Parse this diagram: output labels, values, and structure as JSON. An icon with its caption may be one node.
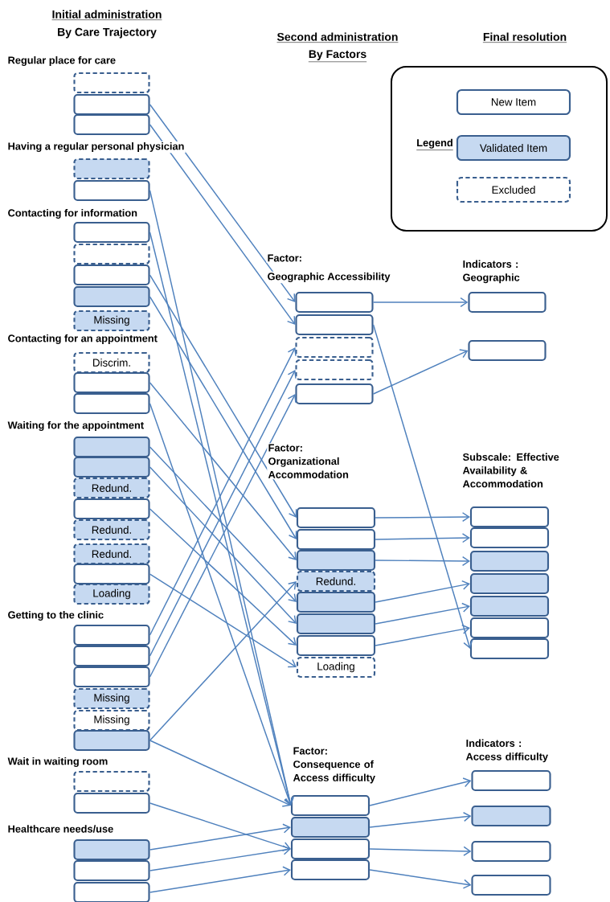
{
  "diagram": {
    "nodes": [
      {
        "text": [],
        "shape": "box"
      },
      {
        "text": [],
        "shape": "box"
      },
      {
        "text": [],
        "shape": "box"
      },
      {
        "text": [],
        "shape": "box"
      },
      {
        "text": [],
        "shape": "box"
      },
      {
        "text": [],
        "shape": "box"
      },
      {
        "text": [],
        "shape": "box"
      },
      {
        "text": [],
        "shape": "box"
      },
      {
        "text": [],
        "shape": "box"
      },
      {
        "text": [
          "Missing"
        ]
      },
      {
        "text": [
          "Discrim."
        ]
      },
      {
        "text": [],
        "shape": "box"
      },
      {
        "text": [],
        "shape": "box"
      },
      {
        "text": [],
        "shape": "box"
      },
      {
        "text": [],
        "shape": "box"
      },
      {
        "text": [
          "Redund."
        ]
      },
      {
        "text": [],
        "shape": "box"
      },
      {
        "text": [
          "Redund."
        ]
      },
      {
        "text": [
          "Redund."
        ]
      },
      {
        "text": [],
        "shape": "box"
      },
      {
        "text": [
          "Loading"
        ]
      },
      {
        "text": [],
        "shape": "box"
      },
      {
        "text": [],
        "shape": "box"
      },
      {
        "text": [],
        "shape": "box"
      },
      {
        "text": [
          "Missing"
        ]
      },
      {
        "text": [
          "Missing"
        ]
      },
      {
        "text": [],
        "shape": "box"
      },
      {
        "text": [],
        "shape": "box"
      },
      {
        "text": [],
        "shape": "box"
      },
      {
        "text": [],
        "shape": "box"
      },
      {
        "text": [],
        "shape": "box"
      },
      {
        "text": [],
        "shape": "box"
      },
      {
        "text": [],
        "shape": "box"
      },
      {
        "text": [],
        "shape": "box"
      },
      {
        "text": [],
        "shape": "box"
      },
      {
        "text": [],
        "shape": "box"
      },
      {
        "text": [],
        "shape": "box"
      },
      {
        "text": [],
        "shape": "box"
      },
      {
        "text": [],
        "shape": "box"
      },
      {
        "text": [],
        "shape": "box"
      },
      {
        "text": [],
        "shape": "box"
      },
      {
        "text": [],
        "shape": "box"
      },
      {
        "text": [
          "Redund."
        ]
      },
      {
        "text": [],
        "shape": "box"
      },
      {
        "text": [],
        "shape": "box"
      },
      {
        "text": [],
        "shape": "box"
      },
      {
        "text": [
          "Loading"
        ]
      },
      {
        "text": [],
        "shape": "box"
      },
      {
        "text": [],
        "shape": "box"
      },
      {
        "text": [],
        "shape": "box"
      },
      {
        "text": [],
        "shape": "box"
      },
      {
        "text": [],
        "shape": "box"
      },
      {
        "text": [],
        "shape": "box"
      },
      {
        "text": [],
        "shape": "box"
      },
      {
        "text": [],
        "shape": "box"
      },
      {
        "text": [],
        "shape": "box"
      },
      {
        "text": [],
        "shape": "box"
      },
      {
        "text": [],
        "shape": "box"
      },
      {
        "text": [],
        "shape": "box"
      },
      {
        "text": [],
        "shape": "box"
      },
      {
        "text": [],
        "shape": "box"
      },
      {
        "text": [],
        "shape": "box"
      }
    ],
    "edges": [
      {
        "from": 1,
        "to": 32,
        "arrow": "to"
      },
      {
        "from": 2,
        "to": 33,
        "arrow": "to"
      },
      {
        "from": 4,
        "to": 54,
        "arrow": "to"
      },
      {
        "from": 5,
        "to": 54,
        "arrow": "to"
      },
      {
        "from": 7,
        "to": 39,
        "arrow": "to"
      },
      {
        "from": 8,
        "to": 40,
        "arrow": "to"
      },
      {
        "from": 11,
        "to": 41,
        "arrow": "to"
      },
      {
        "from": 12,
        "to": 54,
        "arrow": "to"
      },
      {
        "from": 13,
        "to": 43,
        "arrow": "to"
      },
      {
        "from": 14,
        "to": 44,
        "arrow": "to"
      },
      {
        "from": 16,
        "to": 45,
        "arrow": "to"
      },
      {
        "from": 19,
        "to": 46,
        "arrow": "to"
      },
      {
        "from": 21,
        "to": 34,
        "arrow": "to"
      },
      {
        "from": 22,
        "to": 35,
        "arrow": "to"
      },
      {
        "from": 23,
        "to": 36,
        "arrow": "to"
      },
      {
        "from": 26,
        "to": 42,
        "arrow": "to"
      },
      {
        "from": 26,
        "to": 54,
        "arrow": "to"
      },
      {
        "from": 28,
        "to": 56,
        "arrow": "to"
      },
      {
        "from": 29,
        "to": 55,
        "arrow": "to"
      },
      {
        "from": 30,
        "to": 56,
        "arrow": "to"
      },
      {
        "from": 31,
        "to": 57,
        "arrow": "to"
      },
      {
        "from": 32,
        "to": 37,
        "arrow": "to"
      },
      {
        "from": 36,
        "to": 38,
        "arrow": "to"
      },
      {
        "from": 33,
        "to": 53,
        "arrow": "to"
      },
      {
        "from": 39,
        "to": 47,
        "arrow": "to"
      },
      {
        "from": 40,
        "to": 48,
        "arrow": "to"
      },
      {
        "from": 41,
        "to": 49,
        "arrow": "to"
      },
      {
        "from": 43,
        "to": 50,
        "arrow": "to"
      },
      {
        "from": 44,
        "to": 51,
        "arrow": "to"
      },
      {
        "from": 45,
        "to": 52,
        "arrow": "to"
      },
      {
        "from": 54,
        "to": 58,
        "arrow": "to"
      },
      {
        "from": 55,
        "to": 59,
        "arrow": "to"
      },
      {
        "from": 56,
        "to": 60,
        "arrow": "to"
      },
      {
        "from": 57,
        "to": 61,
        "arrow": "to"
      }
    ],
    "labels": [
      "Initial administration",
      "By Care Trajectory",
      "Second administration",
      "Final resolution",
      "By Factors",
      "Regular place for care",
      "Having a regular personal physician",
      "Legend",
      "Contacting for information",
      "Factor:",
      "Geographic Accessibility",
      "Indicators : Geographic",
      "Contacting for an appointment",
      "Waiting for the appointment",
      "Factor: Organizational Accommodation",
      "Subscale: Effective Availability & Accommodation",
      "Getting to the clinic",
      "Wait in waiting room",
      "Factor: Consequence of Access difficulty",
      "Indicators : Access difficulty",
      "Healthcare needs/use"
    ],
    "legend": [
      {
        "text": "New Item"
      },
      {
        "text": "Validated Item",
        "color": "#c6d9f1"
      },
      {
        "text": "Excluded"
      }
    ]
  }
}
